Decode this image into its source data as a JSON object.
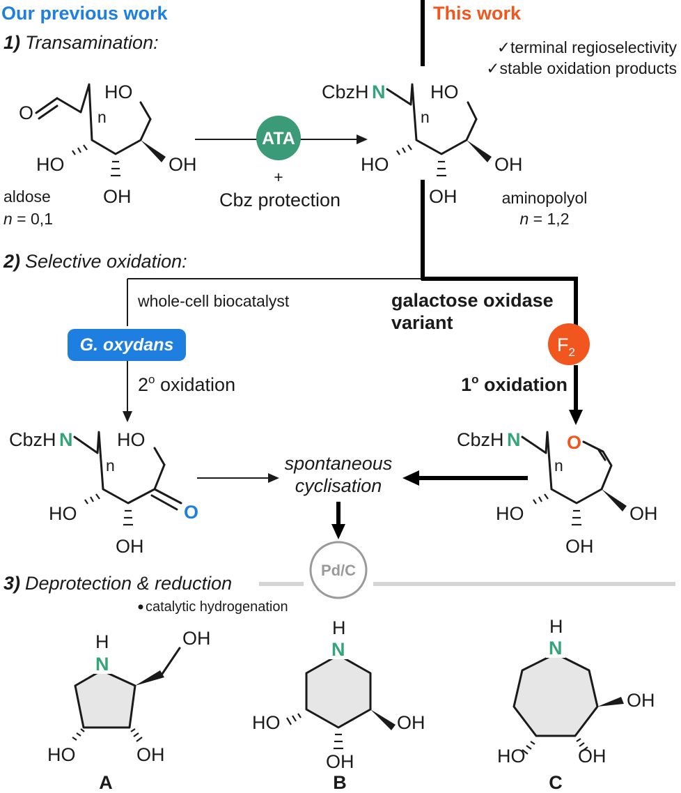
{
  "colors": {
    "previous_heading": "#1e7fe0",
    "this_work_heading": "#f0561e",
    "ata_badge": "#3b9a78",
    "nitrogen": "#35a47a",
    "gox_badge": "#f0561e",
    "goxydans_badge": "#1e7fe0",
    "oxygen_blue": "#1e7fe0",
    "oxygen_red": "#f0561e",
    "pdc_gray": "#9a9a9a"
  },
  "headings": {
    "previous_work": "Our previous work",
    "this_work": "This work",
    "benefit_1": "✓terminal regioselectivity",
    "benefit_2": "✓stable oxidation products"
  },
  "steps": {
    "step1_num": "1)",
    "step1_title": "Transamination:",
    "step2_num": "2)",
    "step2_title": "Selective oxidation:",
    "step3_num": "3)",
    "step3_title": "Deprotection & reduction",
    "step3_note": "catalytic hydrogenation"
  },
  "transamination": {
    "ata_badge": "ATA",
    "plus": "+",
    "cbz": "Cbz protection",
    "aldose_label": "aldose",
    "aldose_n_var": "n",
    "aldose_n_val": " = 0,1",
    "aminopolyol_label": "aminopolyol",
    "aminopolyol_n_var": "n",
    "aminopolyol_n_val": " = 1,2"
  },
  "oxidation": {
    "whole_cell": "whole-cell biocatalyst",
    "goxydans": "G. oxydans",
    "secondary_ox_num": "2",
    "secondary_ox_sup": "o",
    "secondary_ox_text": " oxidation",
    "gox_line1": "galactose oxidase",
    "gox_line2": "variant",
    "f2_main": "F",
    "f2_sub": "2",
    "primary_ox_num": "1",
    "primary_ox_sup": "o",
    "primary_ox_text": " oxidation",
    "spont_1": "spontaneous",
    "spont_2": "cyclisation",
    "pdc": "Pd/C"
  },
  "atoms": {
    "O": "O",
    "HO": "HO",
    "OH": "OH",
    "CbzH": "CbzH",
    "N": "N",
    "H": "H",
    "n": "n"
  },
  "products": {
    "a": "A",
    "b": "B",
    "c": "C"
  }
}
